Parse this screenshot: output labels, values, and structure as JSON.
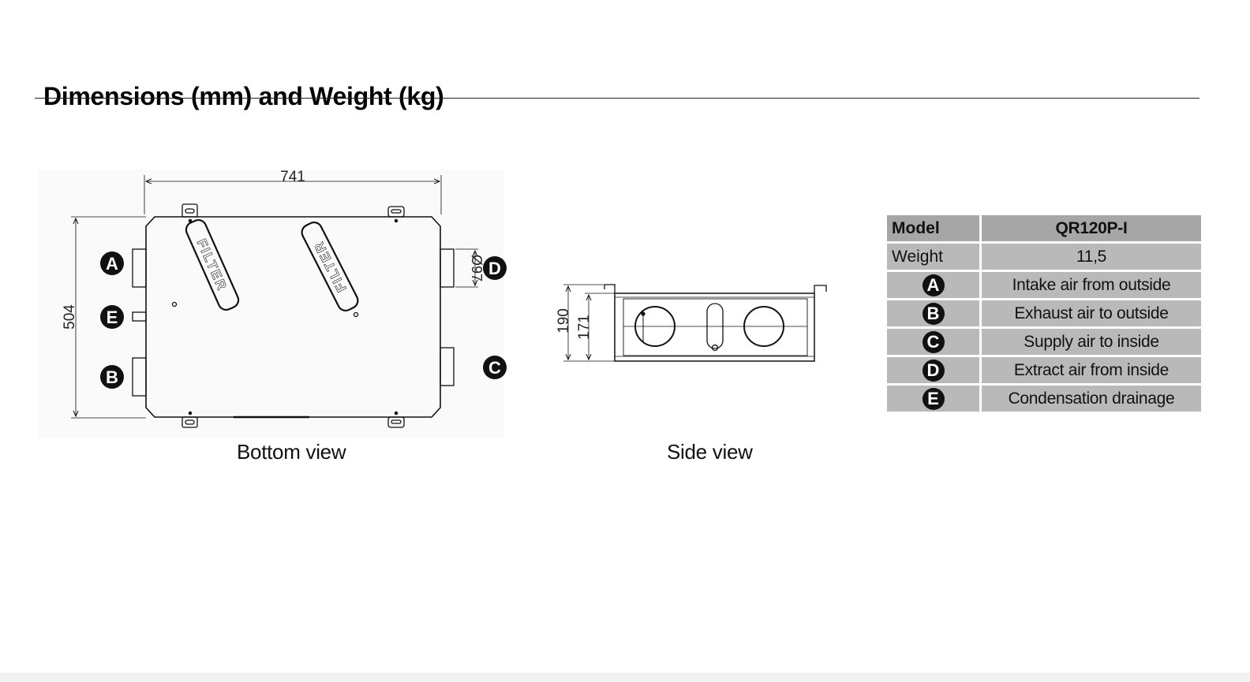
{
  "title": "Dimensions (mm) and Weight (kg)",
  "drawings": {
    "bottom_view": {
      "caption": "Bottom view",
      "width_dim": "741",
      "height_dim": "504",
      "duct_dim": "Ø97",
      "filter_label": "FILTER",
      "port_labels": [
        "A",
        "E",
        "B",
        "D",
        "C"
      ]
    },
    "side_view": {
      "caption": "Side view",
      "outer_height_dim": "190",
      "inner_height_dim": "171"
    }
  },
  "table": {
    "header": {
      "label": "Model",
      "value": "QR120P-I"
    },
    "weight": {
      "label": "Weight",
      "value": "11,5"
    },
    "ports": [
      {
        "letter": "A",
        "description": "Intake air from outside"
      },
      {
        "letter": "B",
        "description": "Exhaust air to outside"
      },
      {
        "letter": "C",
        "description": "Supply air to inside"
      },
      {
        "letter": "D",
        "description": "Extract air from inside"
      },
      {
        "letter": "E",
        "description": "Condensation drainage"
      }
    ]
  },
  "colors": {
    "table_cell": "#b9b9b9",
    "table_header": "#a6a6a6",
    "line_art": "#111111"
  }
}
